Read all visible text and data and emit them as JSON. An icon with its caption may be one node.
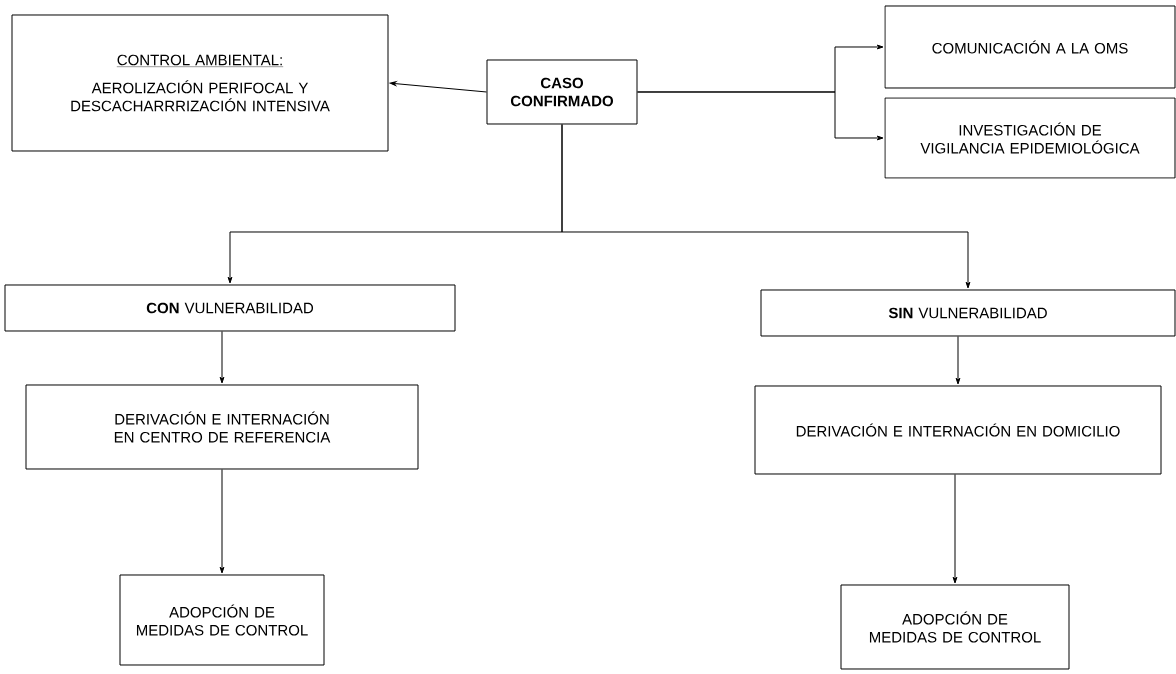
{
  "diagram": {
    "nodes": [
      {
        "text": [
          "CASO CONFIRMADO"
        ]
      },
      {
        "text": [
          "CONTROL AMBIENTAL:",
          "AEROLIZACIÓN PERIFOCAL Y DESCACHARRRIZACIÓN INTENSIVA"
        ]
      },
      {
        "text": [
          "COMUNICACIÓN A LA OMS"
        ]
      },
      {
        "text": [
          "INVESTIGACIÓN DE VIGILANCIA EPIDEMIOLÓGICA"
        ]
      },
      {
        "text": [
          "**CON** VULNERABILIDAD"
        ]
      },
      {
        "text": [
          "**SIN** VULNERABILIDAD"
        ]
      },
      {
        "text": [
          "DERIVACIÓN E INTERNACIÓN EN CENTRO DE REFERENCIA"
        ]
      },
      {
        "text": [
          "DERIVACIÓN E INTERNACIÓN EN DOMICILIO"
        ]
      },
      {
        "text": [
          "ADOPCIÓN DE MEDIDAS DE CONTROL"
        ]
      },
      {
        "text": [
          "ADOPCIÓN DE MEDIDAS DE CONTROL"
        ]
      }
    ],
    "edges": [
      {
        "from": 0,
        "to": 1,
        "arrow": "to"
      },
      {
        "from": 0,
        "to": 2,
        "arrow": "to"
      },
      {
        "from": 0,
        "to": 3,
        "arrow": "to"
      },
      {
        "from": 0,
        "to": 4,
        "arrow": "to"
      },
      {
        "from": 0,
        "to": 5,
        "arrow": "to"
      },
      {
        "from": 4,
        "to": 6,
        "arrow": "to"
      },
      {
        "from": 6,
        "to": 8,
        "arrow": "to"
      },
      {
        "from": 5,
        "to": 7,
        "arrow": "to"
      },
      {
        "from": 7,
        "to": 9,
        "arrow": "to"
      }
    ]
  }
}
